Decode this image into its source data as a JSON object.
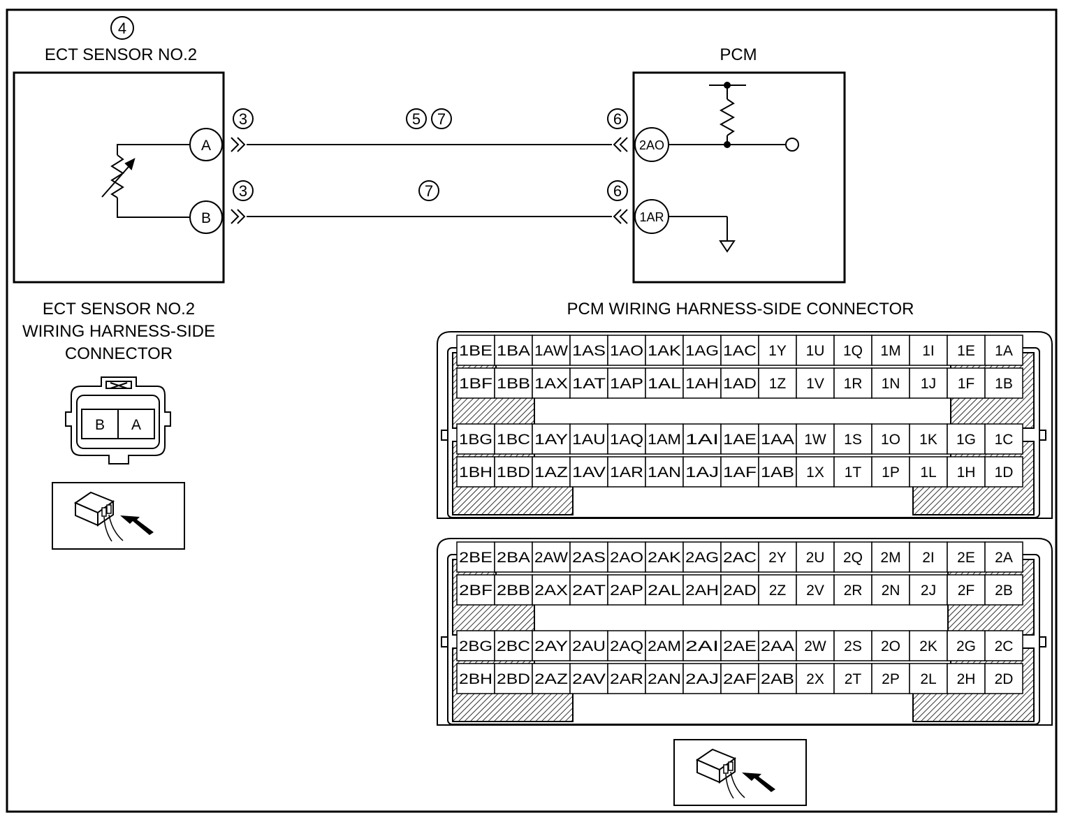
{
  "sensor": {
    "callout": "4",
    "title": "ECT SENSOR NO.2",
    "pins": [
      "A",
      "B"
    ],
    "harness_title": [
      "ECT SENSOR NO.2",
      "WIRING HARNESS-SIDE",
      "CONNECTOR"
    ],
    "connector_pins": [
      "B",
      "A"
    ]
  },
  "pcm": {
    "title": "PCM",
    "pins": [
      "2AO",
      "1AR"
    ],
    "harness_title": "PCM WIRING HARNESS-SIDE CONNECTOR"
  },
  "wires": {
    "sensor_connector_callouts": [
      "3",
      "3"
    ],
    "pcm_connector_callouts": [
      "6",
      "6"
    ],
    "wire_a_callouts": [
      "5",
      "7"
    ],
    "wire_b_callouts": [
      "7"
    ]
  },
  "connector1": {
    "rows": [
      [
        "1BE",
        "1BA",
        "1AW",
        "1AS",
        "1AO",
        "1AK",
        "1AG",
        "1AC",
        "1Y",
        "1U",
        "1Q",
        "1M",
        "1I",
        "1E",
        "1A"
      ],
      [
        "1BF",
        "1BB",
        "1AX",
        "1AT",
        "1AP",
        "1AL",
        "1AH",
        "1AD",
        "1Z",
        "1V",
        "1R",
        "1N",
        "1J",
        "1F",
        "1B"
      ],
      [
        "1BG",
        "1BC",
        "1AY",
        "1AU",
        "1AQ",
        "1AM",
        "1AI",
        "1AE",
        "1AA",
        "1W",
        "1S",
        "1O",
        "1K",
        "1G",
        "1C"
      ],
      [
        "1BH",
        "1BD",
        "1AZ",
        "1AV",
        "1AR",
        "1AN",
        "1AJ",
        "1AF",
        "1AB",
        "1X",
        "1T",
        "1P",
        "1L",
        "1H",
        "1D"
      ]
    ]
  },
  "connector2": {
    "rows": [
      [
        "2BE",
        "2BA",
        "2AW",
        "2AS",
        "2AO",
        "2AK",
        "2AG",
        "2AC",
        "2Y",
        "2U",
        "2Q",
        "2M",
        "2I",
        "2E",
        "2A"
      ],
      [
        "2BF",
        "2BB",
        "2AX",
        "2AT",
        "2AP",
        "2AL",
        "2AH",
        "2AD",
        "2Z",
        "2V",
        "2R",
        "2N",
        "2J",
        "2F",
        "2B"
      ],
      [
        "2BG",
        "2BC",
        "2AY",
        "2AU",
        "2AQ",
        "2AM",
        "2AI",
        "2AE",
        "2AA",
        "2W",
        "2S",
        "2O",
        "2K",
        "2G",
        "2C"
      ],
      [
        "2BH",
        "2BD",
        "2AZ",
        "2AV",
        "2AR",
        "2AN",
        "2AJ",
        "2AF",
        "2AB",
        "2X",
        "2T",
        "2P",
        "2L",
        "2H",
        "2D"
      ]
    ]
  }
}
